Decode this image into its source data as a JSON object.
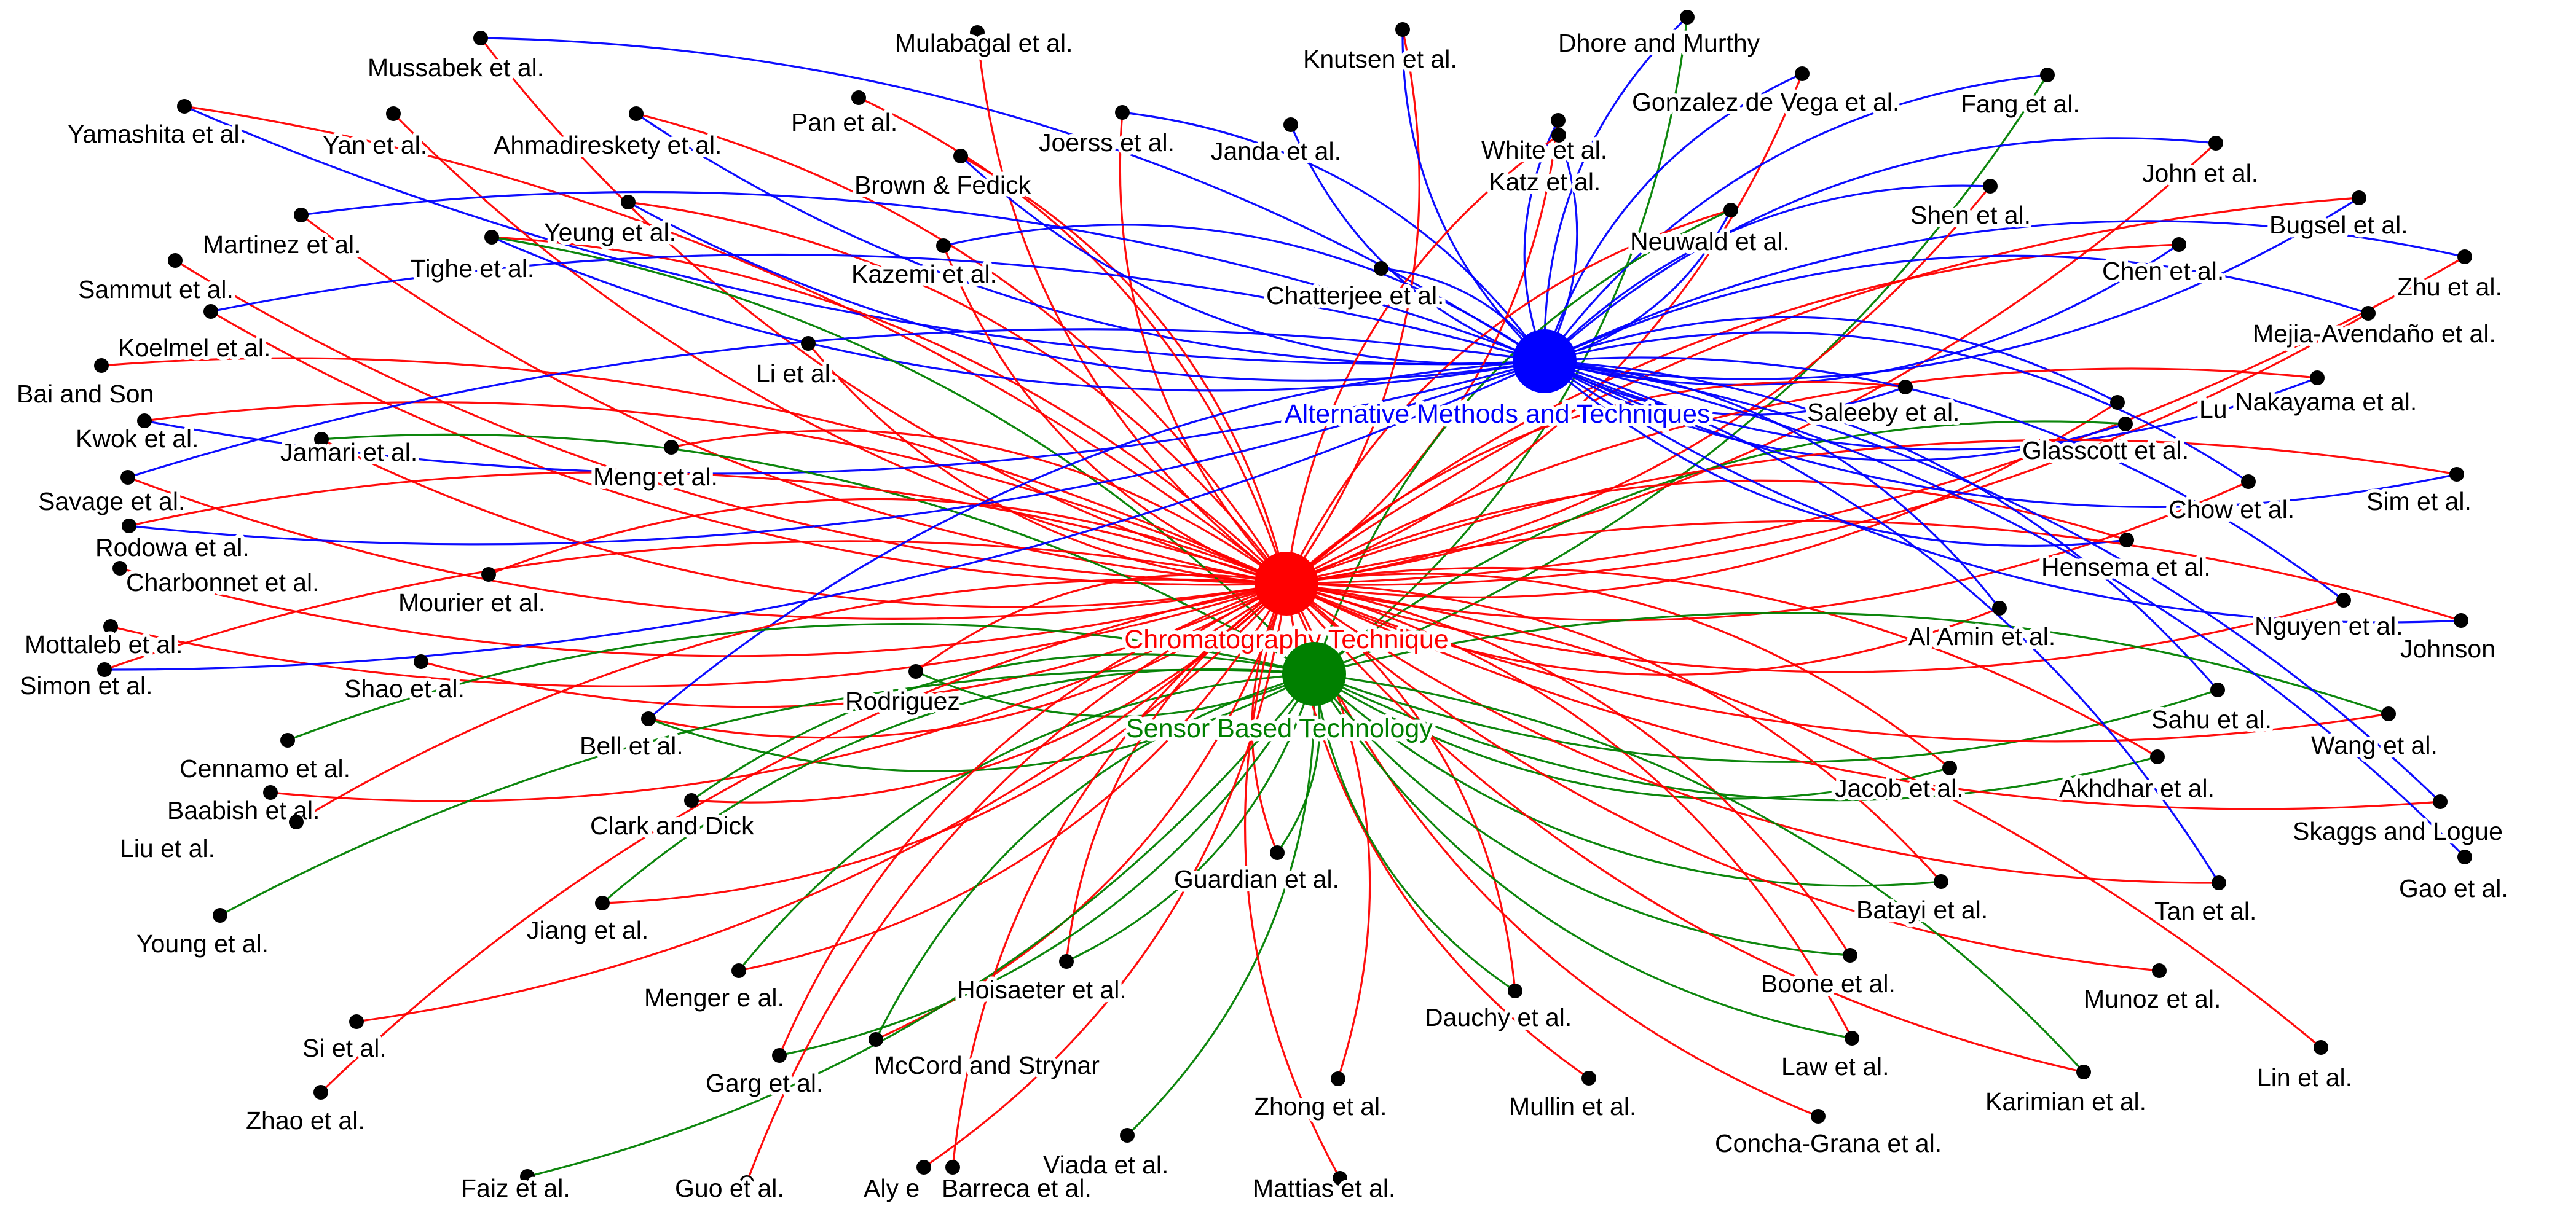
{
  "colors": {
    "chromatography": "#ff0000",
    "alternative": "#0000ff",
    "sensor": "#008000",
    "author_dot": "#000000",
    "author_text": "#000000"
  },
  "hubs": [
    {
      "id": "C",
      "label": "Chromatography Technique",
      "color": "#ff0000"
    },
    {
      "id": "A",
      "label": "Alternative Methods and Techniques",
      "color": "#0000ff"
    },
    {
      "id": "S",
      "label": "Sensor Based Technology",
      "color": "#008000"
    }
  ],
  "authors": [
    {
      "label": "Mussabek et al.",
      "links": [
        "C",
        "A"
      ]
    },
    {
      "label": "Yamashita et al.",
      "links": [
        "C",
        "A"
      ]
    },
    {
      "label": "Yan et al.",
      "links": [
        "C"
      ]
    },
    {
      "label": "Ahmadireskety et al.",
      "links": [
        "C",
        "A"
      ]
    },
    {
      "label": "Mulabagal et al.",
      "links": [
        "C"
      ]
    },
    {
      "label": "Pan et al.",
      "links": [
        "C"
      ]
    },
    {
      "label": "Joerss et al.",
      "links": [
        "C",
        "A"
      ]
    },
    {
      "label": "Brown & Fedick",
      "links": [
        "C",
        "A"
      ]
    },
    {
      "label": "Janda et al.",
      "links": [
        "A"
      ]
    },
    {
      "label": "Knutsen et al.",
      "links": [
        "C",
        "A"
      ]
    },
    {
      "label": "Dhore and Murthy",
      "links": [
        "A",
        "S"
      ]
    },
    {
      "label": "Gonzalez de Vega et al.",
      "links": [
        "C",
        "A"
      ]
    },
    {
      "label": "Fang et al.",
      "links": [
        "A",
        "S"
      ]
    },
    {
      "label": "White et al.",
      "links": [
        "C",
        "A"
      ]
    },
    {
      "label": "Katz et al.",
      "links": [
        "C",
        "A"
      ]
    },
    {
      "label": "John et al.",
      "links": [
        "C",
        "A"
      ]
    },
    {
      "label": "Bugsel et al.",
      "links": [
        "C",
        "A"
      ]
    },
    {
      "label": "Zhu et al.",
      "links": [
        "C",
        "A"
      ]
    },
    {
      "label": "Neuwald et al.",
      "links": [
        "C",
        "A",
        "S"
      ]
    },
    {
      "label": "Shen et al.",
      "links": [
        "C",
        "A"
      ]
    },
    {
      "label": "Chen et al.",
      "links": [
        "C",
        "A"
      ]
    },
    {
      "label": "Mejia-Avendaño et al.",
      "links": [
        "C",
        "A"
      ]
    },
    {
      "label": "Martinez et al.",
      "links": [
        "C",
        "A"
      ]
    },
    {
      "label": "Yeung et al.",
      "links": [
        "C",
        "A"
      ]
    },
    {
      "label": "Sammut et al.",
      "links": [
        "C"
      ]
    },
    {
      "label": "Tighe et al.",
      "links": [
        "C",
        "A",
        "S"
      ]
    },
    {
      "label": "Kazemi et al.",
      "links": [
        "C",
        "A"
      ]
    },
    {
      "label": "Chatterjee et al.",
      "links": [
        "A"
      ]
    },
    {
      "label": "Koelmel et al.",
      "links": [
        "C",
        "A"
      ]
    },
    {
      "label": "Bai and Son",
      "links": [
        "C"
      ]
    },
    {
      "label": "Li et al.",
      "links": [
        "C"
      ]
    },
    {
      "label": "Kwok et al.",
      "links": [
        "C",
        "A"
      ]
    },
    {
      "label": "Jamari et al.",
      "links": [
        "C",
        "S"
      ]
    },
    {
      "label": "Meng et al.",
      "links": [
        "C"
      ]
    },
    {
      "label": "Savage et al.",
      "links": [
        "C",
        "A"
      ]
    },
    {
      "label": "Rodowa et al.",
      "links": [
        "C",
        "A"
      ]
    },
    {
      "label": "Charbonnet et al.",
      "links": [
        "C"
      ]
    },
    {
      "label": "Mourier et al.",
      "links": [
        "C"
      ]
    },
    {
      "label": "Mottaleb et al.",
      "links": [
        "C"
      ]
    },
    {
      "label": "Simon et al.",
      "links": [
        "C",
        "A"
      ]
    },
    {
      "label": "Saleeby et al.",
      "links": [
        "C",
        "A"
      ]
    },
    {
      "label": "Lu",
      "links": [
        "C",
        "A"
      ]
    },
    {
      "label": "Nakayama et al.",
      "links": [
        "C",
        "A"
      ]
    },
    {
      "label": "Glasscott et al.",
      "links": [
        "A",
        "S"
      ]
    },
    {
      "label": "Sim et al.",
      "links": [
        "C",
        "A"
      ]
    },
    {
      "label": "Chow et al.",
      "links": [
        "C",
        "A"
      ]
    },
    {
      "label": "Hensema et al.",
      "links": [
        "C",
        "A"
      ]
    },
    {
      "label": "Nguyen et al.",
      "links": [
        "C",
        "A"
      ]
    },
    {
      "label": "Johnson",
      "links": [
        "C",
        "A"
      ]
    },
    {
      "label": "Al Amin et al.",
      "links": [
        "C",
        "A"
      ]
    },
    {
      "label": "Shao et al.",
      "links": [
        "C"
      ]
    },
    {
      "label": "Rodriguez",
      "links": [
        "C",
        "S"
      ]
    },
    {
      "label": "Bell et al.",
      "links": [
        "C",
        "A",
        "S"
      ]
    },
    {
      "label": "Cennamo et al.",
      "links": [
        "S"
      ]
    },
    {
      "label": "Baabish et al.",
      "links": [
        "C"
      ]
    },
    {
      "label": "Liu et al.",
      "links": [
        "C"
      ]
    },
    {
      "label": "Clark and Dick",
      "links": [
        "C",
        "S"
      ]
    },
    {
      "label": "Young et al.",
      "links": [
        "S"
      ]
    },
    {
      "label": "Jiang et al.",
      "links": [
        "C",
        "S"
      ]
    },
    {
      "label": "Guardian et al.",
      "links": [
        "C",
        "S"
      ]
    },
    {
      "label": "Menger e al.",
      "links": [
        "C",
        "S"
      ]
    },
    {
      "label": "Hoisaeter et al.",
      "links": [
        "C",
        "S"
      ]
    },
    {
      "label": "Si et al.",
      "links": [
        "C"
      ]
    },
    {
      "label": "Garg et al.",
      "links": [
        "C",
        "S"
      ]
    },
    {
      "label": "McCord and Strynar",
      "links": [
        "C",
        "S"
      ]
    },
    {
      "label": "Zhao et al.",
      "links": [
        "C"
      ]
    },
    {
      "label": "Faiz et al.",
      "links": [
        "S"
      ]
    },
    {
      "label": "Guo et al.",
      "links": [
        "C"
      ]
    },
    {
      "label": "Aly e",
      "links": [
        "C"
      ]
    },
    {
      "label": "Barreca et al.",
      "links": [
        "C"
      ]
    },
    {
      "label": "Viada et al.",
      "links": [
        "S"
      ]
    },
    {
      "label": "Mattias et al.",
      "links": [
        "C"
      ]
    },
    {
      "label": "Zhong et al.",
      "links": [
        "C"
      ]
    },
    {
      "label": "Mullin et al.",
      "links": [
        "C"
      ]
    },
    {
      "label": "Dauchy et al.",
      "links": [
        "C",
        "S"
      ]
    },
    {
      "label": "Concha-Grana et al.",
      "links": [
        "C"
      ]
    },
    {
      "label": "Jacob et al.",
      "links": [
        "C",
        "S"
      ]
    },
    {
      "label": "Sahu et al.",
      "links": [
        "S",
        "A"
      ]
    },
    {
      "label": "Akhdhar et al.",
      "links": [
        "C",
        "S"
      ]
    },
    {
      "label": "Wang et al.",
      "links": [
        "C",
        "S"
      ]
    },
    {
      "label": "Batayi et al.",
      "links": [
        "C",
        "S"
      ]
    },
    {
      "label": "Skaggs and Logue",
      "links": [
        "C",
        "A"
      ]
    },
    {
      "label": "Gao et al.",
      "links": [
        "A"
      ]
    },
    {
      "label": "Tan et al.",
      "links": [
        "C",
        "A"
      ]
    },
    {
      "label": "Boone et al.",
      "links": [
        "C",
        "S"
      ]
    },
    {
      "label": "Munoz et al.",
      "links": [
        "C"
      ]
    },
    {
      "label": "Law et al.",
      "links": [
        "C",
        "S"
      ]
    },
    {
      "label": "Karimian et al.",
      "links": [
        "C",
        "S"
      ]
    },
    {
      "label": "Lin et al.",
      "links": [
        "C"
      ]
    }
  ]
}
